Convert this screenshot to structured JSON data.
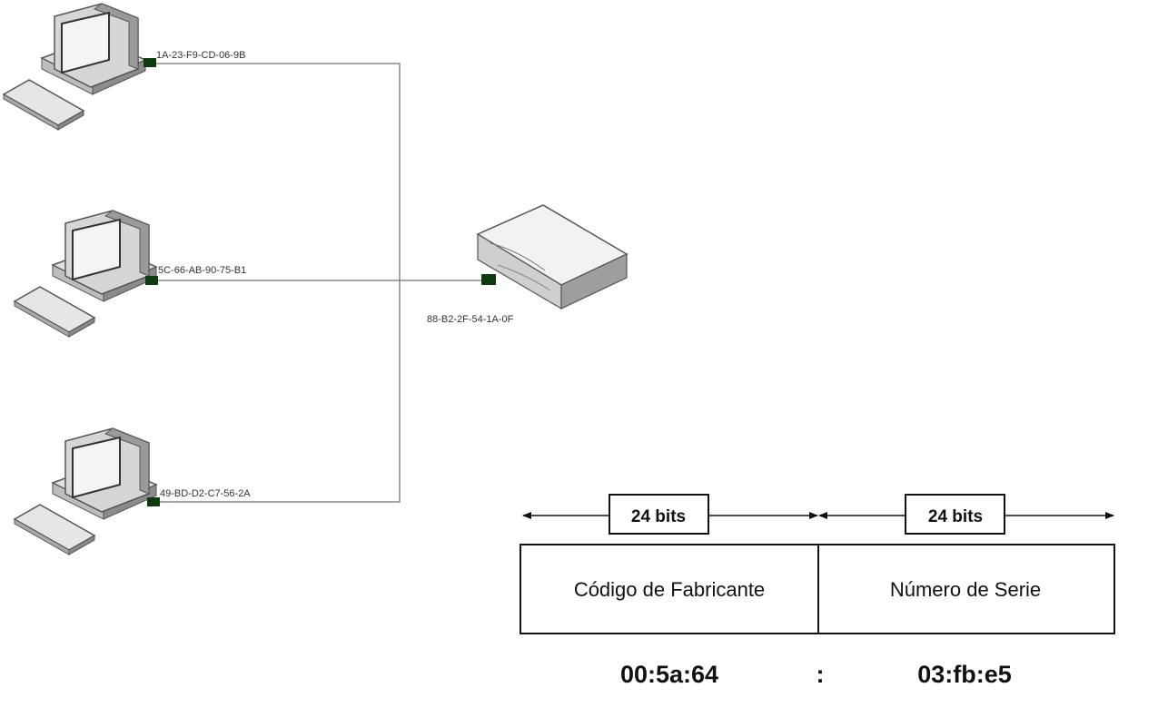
{
  "network": {
    "hosts": [
      {
        "mac": "1A-23-F9-CD-06-9B"
      },
      {
        "mac": "5C-66-AB-90-75-B1"
      },
      {
        "mac": "49-BD-D2-C7-56-2A"
      }
    ],
    "switch": {
      "mac": "88-B2-2F-54-1A-0F"
    }
  },
  "mac_format": {
    "bits_left": "24 bits",
    "bits_right": "24 bits",
    "field_left": "Código de Fabricante",
    "field_right": "Número de Serie",
    "value_left": "00:5a:64",
    "separator": ":",
    "value_right": "03:fb:e5"
  }
}
